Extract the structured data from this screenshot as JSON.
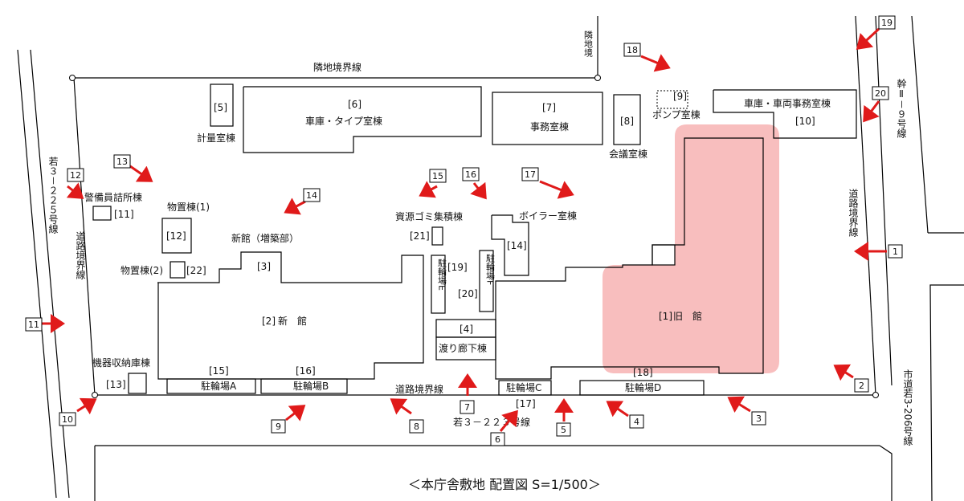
{
  "caption": "＜本庁舎敷地 配置図 S=1/500＞",
  "colors": {
    "highlight": "#f5a3a3",
    "arrow": "#e01a1a"
  },
  "labels": {
    "rinchi_top": "隣地境界線",
    "rinchi_vert": "隣地境",
    "doro_bottom": "道路境界線",
    "doro_left": "道路境界線",
    "doro_right": "道路境界線",
    "road_left": "若３－２２５号線",
    "road_bottom": "若３－２２３号線",
    "road_right_top": "幹Ⅱ－９号線",
    "road_right_bottom": "市道若3-206号線"
  },
  "buildings": {
    "b1": {
      "num": "[1]",
      "name": "旧　館"
    },
    "b2": {
      "num": "[2]",
      "name": "新　館"
    },
    "b3": {
      "num": "[3]",
      "name": "新館（増築部）"
    },
    "b4": {
      "num": "[4]",
      "name": "渡り廊下棟"
    },
    "b5": {
      "num": "[5]",
      "name": "計量室棟"
    },
    "b6": {
      "num": "[6]",
      "name": "車庫・タイプ室棟"
    },
    "b7": {
      "num": "[7]",
      "name": "事務室棟"
    },
    "b8": {
      "num": "[8]",
      "name": "会議室棟"
    },
    "b9": {
      "num": "[9]",
      "name": "ポンプ室棟"
    },
    "b10": {
      "num": "[10]",
      "name": "車庫・車両事務室棟"
    },
    "b11": {
      "num": "[11]",
      "name": "警備員詰所棟"
    },
    "b12": {
      "num": "[12]",
      "name": "物置棟(1)"
    },
    "b13": {
      "num": "[13]",
      "name": "機器収納庫棟"
    },
    "b14": {
      "num": "[14]",
      "name": "ボイラー室棟"
    },
    "b15": {
      "num": "[15]",
      "name": "駐輪場A"
    },
    "b16": {
      "num": "[16]",
      "name": "駐輪場B"
    },
    "b17": {
      "num": "[17]",
      "name": "駐輪場C"
    },
    "b18": {
      "num": "[18]",
      "name": "駐輪場D"
    },
    "b19": {
      "num": "[19]",
      "name": "駐輪場E"
    },
    "b20": {
      "num": "[20]",
      "name": "駐輪場F"
    },
    "b21": {
      "num": "[21]",
      "name": "資源ゴミ集積棟"
    },
    "b22": {
      "num": "[22]",
      "name": "物置棟(2)"
    }
  },
  "viewpoints": [
    "1",
    "2",
    "3",
    "4",
    "5",
    "6",
    "7",
    "8",
    "9",
    "10",
    "11",
    "12",
    "13",
    "14",
    "15",
    "16",
    "17",
    "18",
    "19",
    "20"
  ]
}
